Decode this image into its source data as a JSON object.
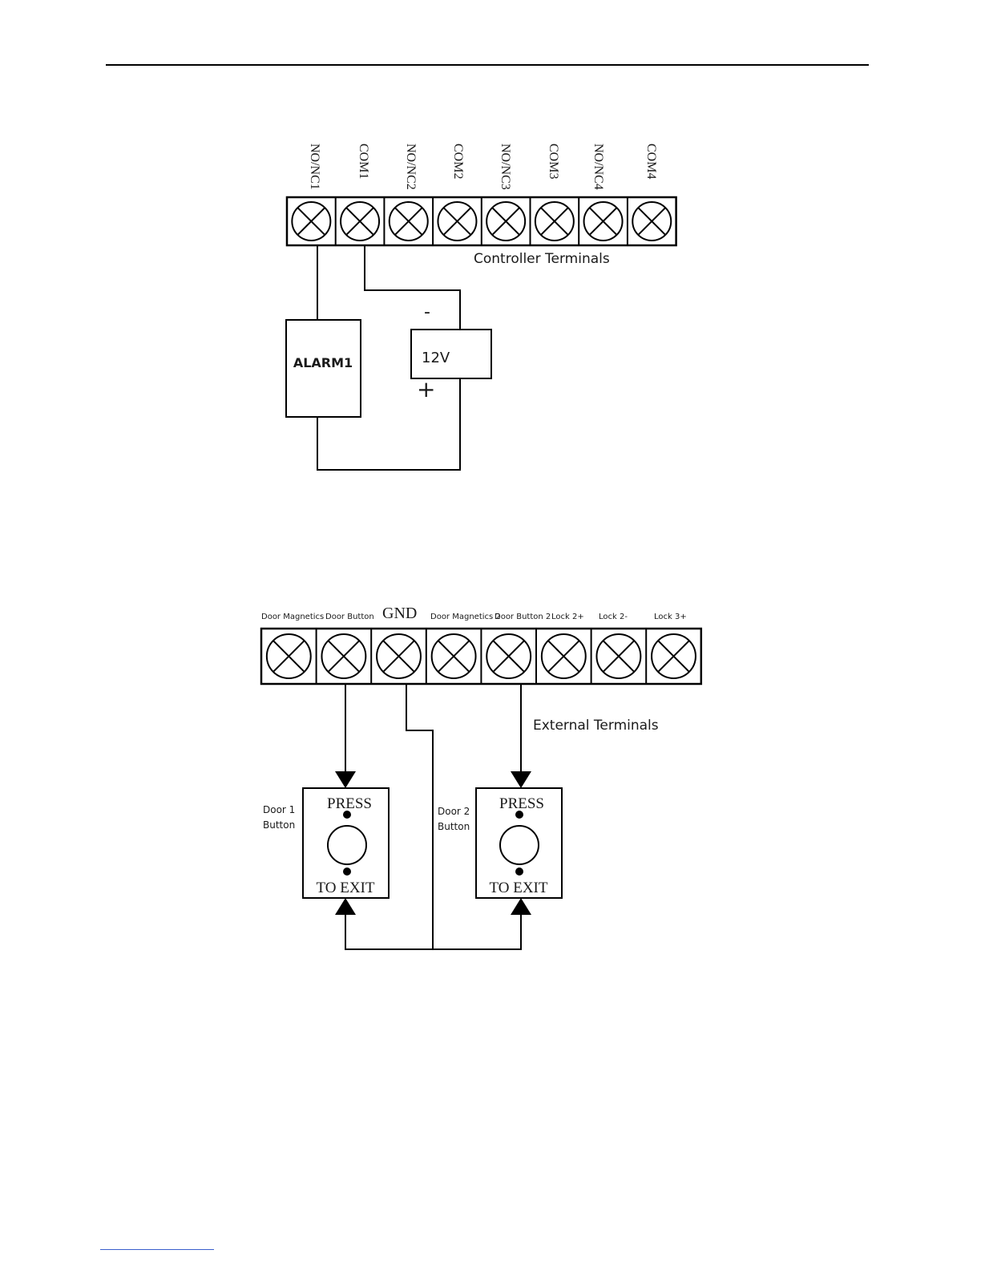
{
  "colors": {
    "line": "#000000",
    "text": "#1a1a1a",
    "footer_rule": "#3a5fcd"
  },
  "diagram1": {
    "terminal_labels": [
      "NO/NC1",
      "COM1",
      "NO/NC2",
      "COM2",
      "NO/NC3",
      "COM3",
      "NO/NC4",
      "COM4"
    ],
    "strip_label": "Controller Terminals",
    "alarm_label": "ALARM1",
    "supply_label": "12V",
    "minus_label": "-",
    "plus_label": "+"
  },
  "diagram2": {
    "terminal_labels": [
      "Door Magnetics",
      "Door Button",
      "GND",
      "Door Magnetics 2",
      "Door Button 2",
      "Lock 2+",
      "Lock 2-",
      "Lock 3+"
    ],
    "strip_label": "External Terminals",
    "door1_label_line1": "Door 1",
    "door1_label_line2": "Button",
    "door2_label_line1": "Door 2",
    "door2_label_line2": "Button",
    "button_top_text": "PRESS",
    "button_bottom_text": "TO EXIT"
  }
}
